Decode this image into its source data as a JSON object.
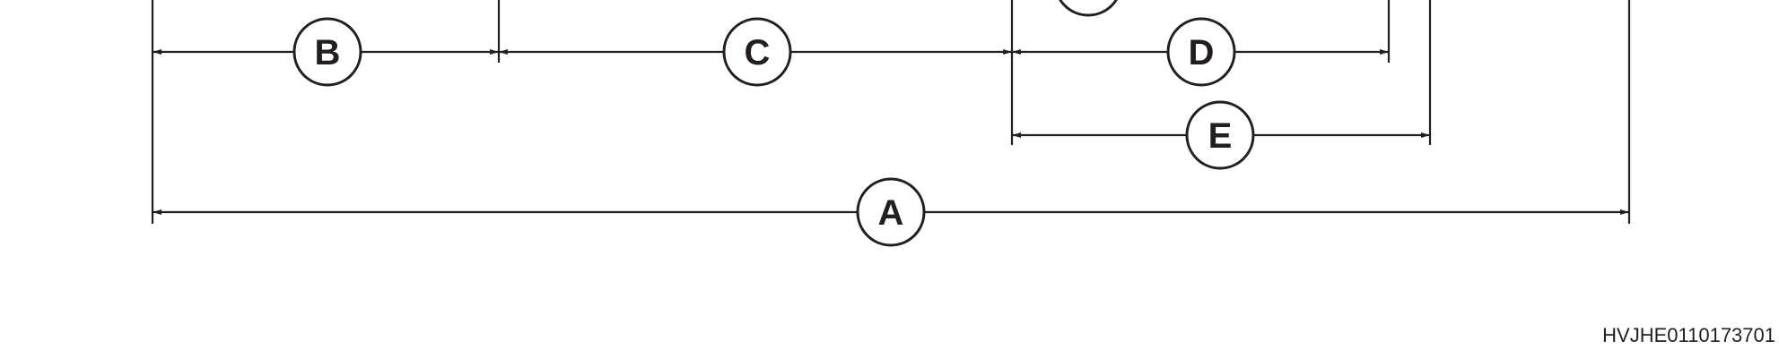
{
  "figure": {
    "id_code": "HVJHE0110173701"
  },
  "dimensions": [
    {
      "key": "B",
      "label": "B"
    },
    {
      "key": "C",
      "label": "C"
    },
    {
      "key": "D",
      "label": "D"
    },
    {
      "key": "E",
      "label": "E"
    },
    {
      "key": "A",
      "label": "A"
    }
  ],
  "colors": {
    "ink": "#231f20",
    "background": "#ffffff"
  }
}
